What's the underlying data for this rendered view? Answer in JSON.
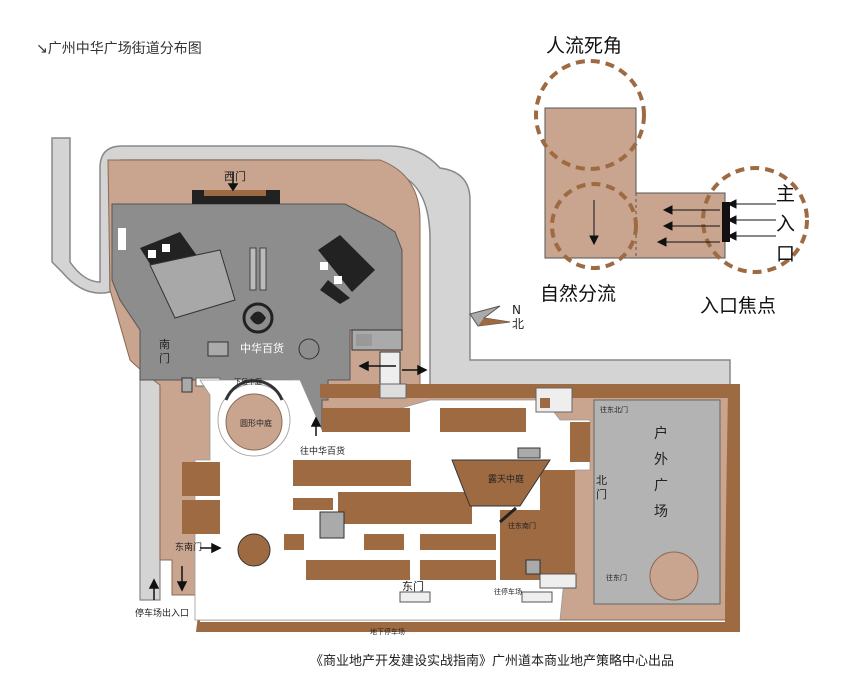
{
  "title": "↘广州中华广场街道分布图",
  "footer": "《商业地产开发建设实战指南》广州道本商业地产策略中心出品",
  "compass": {
    "n": "N",
    "bei": "北"
  },
  "map_labels": {
    "west_gate": "西门",
    "south_gate": "南门",
    "east_gate": "东门",
    "north_gate": "北门",
    "northeast_gate": "东南门",
    "parking_entrance": "停车场出入口",
    "zhonghua_dept": "中华百货",
    "zhonghua_dept_street": "往中华百货",
    "atrium_left": "圆形中庭",
    "atrium_right": "露天中庭",
    "upper_left_small": "下层中庭",
    "right_small_a": "往东北门",
    "right_small_b": "往东南门",
    "bottom_stairs_a": "往停车场",
    "bottom_stairs_b": "往东门",
    "bottom_small": "地下停车场",
    "outdoor_plaza": [
      "户",
      "外",
      "广",
      "场"
    ]
  },
  "inset": {
    "dead_corner": "人流死角",
    "natural_split": "自然分流",
    "entrance_focus": "入口焦点",
    "main_entrance": [
      "主",
      "入",
      "口"
    ]
  },
  "colors": {
    "road": "#d8d8d8",
    "tan": "#c9a48f",
    "brown": "#9e6a42",
    "gray_building": "#8d8d8d",
    "white_corridor": "#ffffff"
  }
}
